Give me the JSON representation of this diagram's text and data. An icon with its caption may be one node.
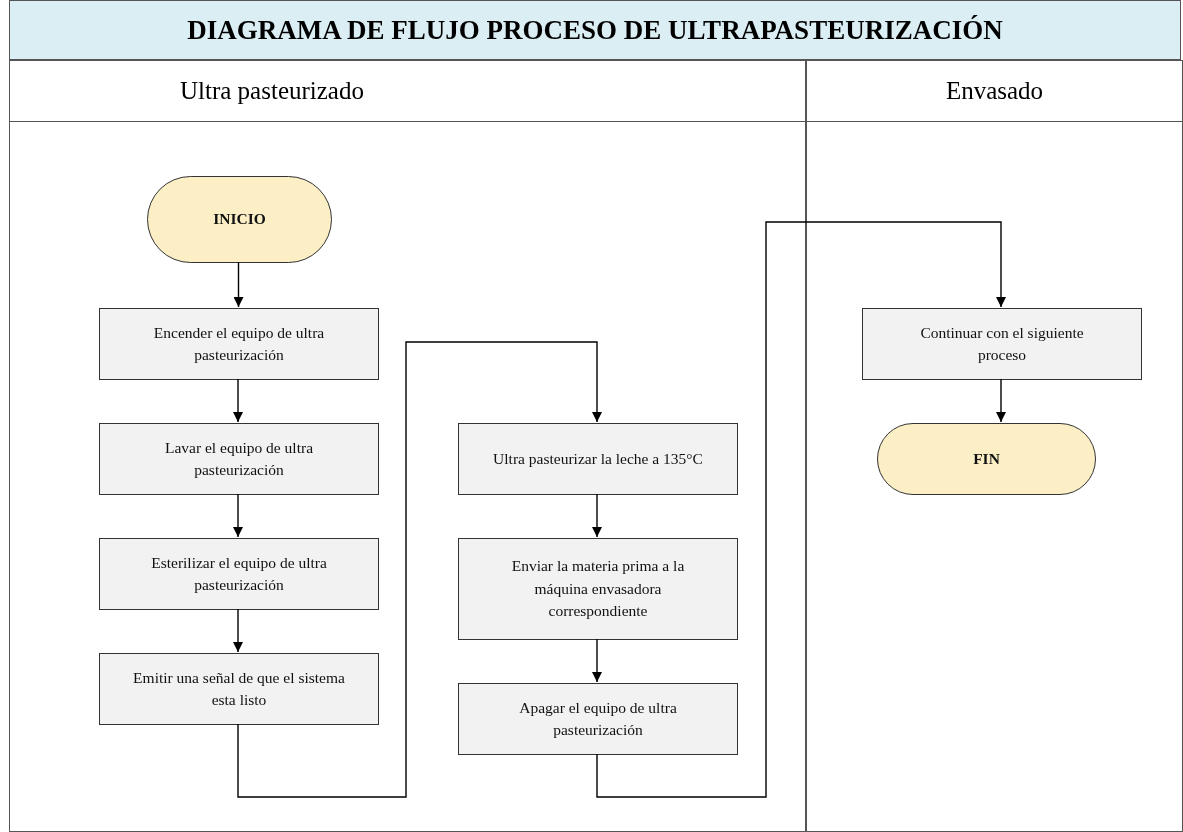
{
  "diagram": {
    "title": "DIAGRAMA DE FLUJO PROCESO DE ULTRAPASTEURIZACIÓN",
    "nodes": [
      {
        "text": [
          "Ultra pasteurizado"
        ]
      },
      {
        "text": [
          "Envasado"
        ]
      },
      {
        "text": [
          "INICIO"
        ],
        "in": 0
      },
      {
        "text": [
          "Encender el equipo de ultra pasteurización"
        ],
        "in": 0
      },
      {
        "text": [
          "Lavar el equipo de ultra pasteurización"
        ],
        "in": 0
      },
      {
        "text": [
          "Esterilizar el equipo de ultra pasteurización"
        ],
        "in": 0
      },
      {
        "text": [
          "Emitir una señal de que el sistema esta listo"
        ],
        "in": 0
      },
      {
        "text": [
          "Ultra pasteurizar la leche a 135°C"
        ],
        "in": 0
      },
      {
        "text": [
          "Enviar la materia prima a la máquina envasadora correspondiente"
        ],
        "in": 0
      },
      {
        "text": [
          "Apagar el equipo de ultra pasteurización"
        ],
        "in": 0
      },
      {
        "text": [
          "Continuar con el siguiente proceso"
        ],
        "in": 1
      },
      {
        "text": [
          "FIN"
        ],
        "in": 1
      }
    ],
    "edges": [
      {
        "from": 2,
        "to": 3,
        "arrow": "to"
      },
      {
        "from": 3,
        "to": 4,
        "arrow": "to"
      },
      {
        "from": 4,
        "to": 5,
        "arrow": "to"
      },
      {
        "from": 5,
        "to": 6,
        "arrow": "to"
      },
      {
        "from": 6,
        "to": 7,
        "arrow": "to"
      },
      {
        "from": 7,
        "to": 8,
        "arrow": "to"
      },
      {
        "from": 8,
        "to": 9,
        "arrow": "to"
      },
      {
        "from": 9,
        "to": 10,
        "arrow": "to"
      },
      {
        "from": 10,
        "to": 11,
        "arrow": "to"
      }
    ]
  }
}
